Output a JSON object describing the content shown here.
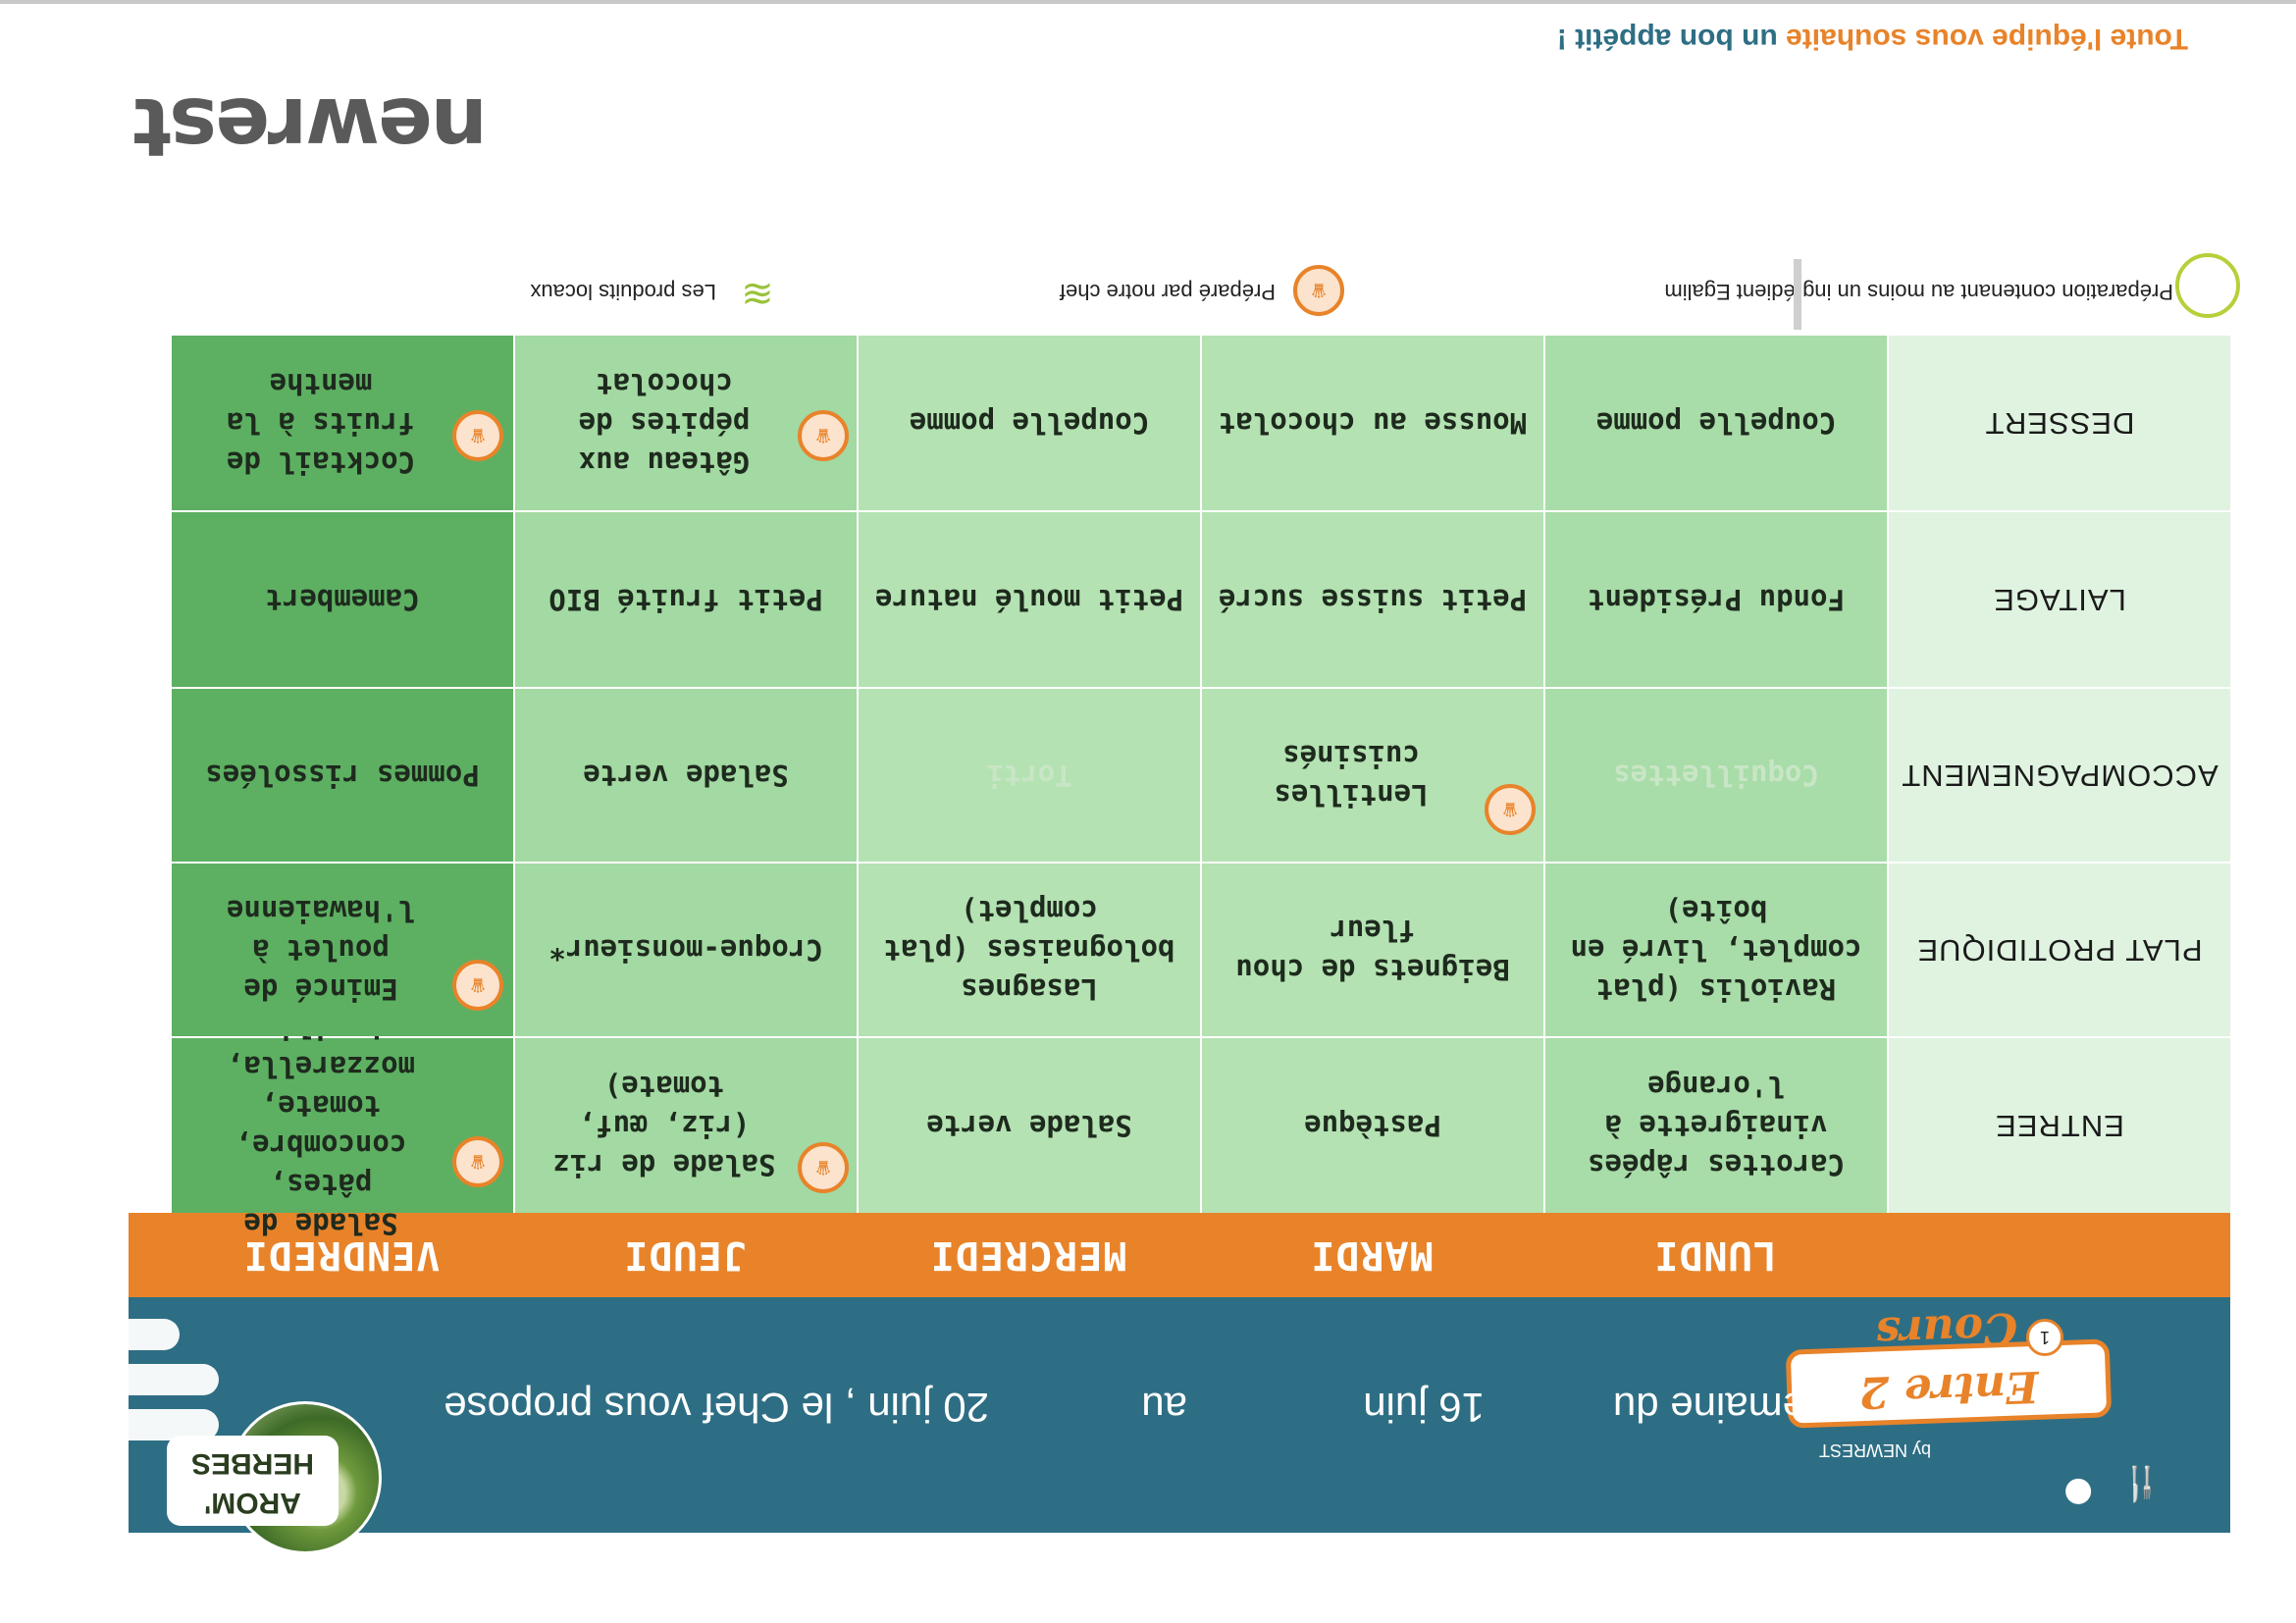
{
  "brand": {
    "name": "Entre 2 Cours",
    "by": "by NEWREST",
    "badge": "1"
  },
  "header": {
    "week_label": "Semaine du",
    "week_start": "16 juin",
    "week_connector": "au",
    "week_end": "20 juin , le Chef vous propose"
  },
  "partner": {
    "name": "AROM' HERBES",
    "logo_text": "arom"
  },
  "days": [
    "LUNDI",
    "MARDI",
    "MERCREDI",
    "JEUDI",
    "VENDREDI"
  ],
  "rows": [
    {
      "label": "ENTREE",
      "cells": [
        "Carottes râpées vinaigrette à l'orange",
        "Pastèque",
        "Salade verte",
        "Salade de riz (riz, œuf, tomate)",
        "Salade de pâtes, concombre, tomate, mozzarella, basilic"
      ]
    },
    {
      "label": "PLAT PROTIDIQUE",
      "cells": [
        "Raviolis (plat complet, livré en boîte)",
        "Beignets de chou fleur",
        "Lasagnes bolognaises (plat complet)",
        "Croque-monsieur*",
        "Emincé de poulet à l'hawaienne"
      ]
    },
    {
      "label": "ACCOMPAGNEMENT",
      "cells": [
        "Coquillettes",
        "Lentilles cuisinés",
        "Torti",
        "Salade verte",
        "Pommes rissolées"
      ]
    },
    {
      "label": "LAITAGE",
      "cells": [
        "Fondu Président",
        "Petit suisse sucré",
        "Petit moulé nature",
        "Petit fruité BIO",
        "Camembert"
      ]
    },
    {
      "label": "DESSERT",
      "cells": [
        "Coupelle pomme",
        "Mousse au chocolat",
        "Coupelle pomme",
        "Gâteau aux pépites de chocolat",
        "Cocktail de fruits à la menthe"
      ]
    }
  ],
  "legend": {
    "egalim": "Préparation contenant au moins un ingrédient Egalim",
    "chef": "Préparé par notre chef",
    "local": "Les produits locaux"
  },
  "footer": {
    "message_start": "Toute l'équipe vous souhaite",
    "message_end": "un bon appétit !",
    "company": "newrest"
  },
  "colors": {
    "banner": "#2e6e84",
    "accent": "#e8832a",
    "friday": "#5db062",
    "row_header": "#dff3e0"
  }
}
